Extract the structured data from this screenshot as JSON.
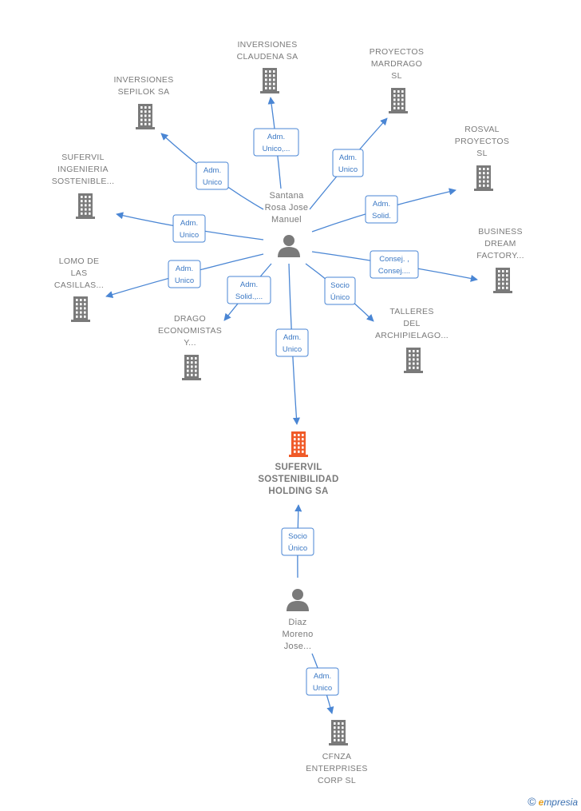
{
  "colors": {
    "edge": "#4a86d4",
    "label_text": "#3b78c4",
    "node_gray": "#7a7a7a",
    "focus_company": "#f05a28"
  },
  "nodes": [
    {
      "id": "santana",
      "type": "person",
      "label": [
        "Santana",
        "Rosa Jose",
        "Manuel"
      ]
    },
    {
      "id": "sufervil_holding",
      "type": "company",
      "focus": true,
      "label": [
        "SUFERVIL",
        "SOSTENIBILIDAD",
        "HOLDING SA"
      ]
    },
    {
      "id": "diaz",
      "type": "person",
      "label": [
        "Diaz",
        "Moreno",
        "Jose..."
      ]
    },
    {
      "id": "cfnza",
      "type": "company",
      "label": [
        "CFNZA",
        "ENTERPRISES",
        "CORP SL"
      ]
    },
    {
      "id": "claudena",
      "type": "company",
      "label": [
        "INVERSIONES",
        "CLAUDENA SA"
      ]
    },
    {
      "id": "mardrago",
      "type": "company",
      "label": [
        "PROYECTOS",
        "MARDRAGO",
        "SL"
      ]
    },
    {
      "id": "sepilok",
      "type": "company",
      "label": [
        "INVERSIONES",
        "SEPILOK SA"
      ]
    },
    {
      "id": "rosval",
      "type": "company",
      "label": [
        "ROSVAL",
        "PROYECTOS",
        "SL"
      ]
    },
    {
      "id": "sufervil_ing",
      "type": "company",
      "label": [
        "SUFERVIL",
        "INGENIERIA",
        "SOSTENIBLE..."
      ]
    },
    {
      "id": "business_dream",
      "type": "company",
      "label": [
        "BUSINESS",
        "DREAM",
        "FACTORY..."
      ]
    },
    {
      "id": "lomo",
      "type": "company",
      "label": [
        "LOMO DE",
        "LAS",
        "CASILLAS..."
      ]
    },
    {
      "id": "talleres",
      "type": "company",
      "label": [
        "TALLERES",
        "DEL",
        "ARCHIPIELAGO..."
      ]
    },
    {
      "id": "drago",
      "type": "company",
      "label": [
        "DRAGO",
        "ECONOMISTAS",
        "Y..."
      ]
    }
  ],
  "edges": [
    {
      "from": "santana",
      "to": "claudena",
      "label": [
        "Adm.",
        "Unico,..."
      ]
    },
    {
      "from": "santana",
      "to": "mardrago",
      "label": [
        "Adm.",
        "Unico"
      ]
    },
    {
      "from": "santana",
      "to": "sepilok",
      "label": [
        "Adm.",
        "Unico"
      ]
    },
    {
      "from": "santana",
      "to": "rosval",
      "label": [
        "Adm.",
        "Solid."
      ]
    },
    {
      "from": "santana",
      "to": "sufervil_ing",
      "label": [
        "Adm.",
        "Unico"
      ]
    },
    {
      "from": "santana",
      "to": "business_dream",
      "label": [
        "Consej. ,",
        "Consej...."
      ]
    },
    {
      "from": "santana",
      "to": "lomo",
      "label": [
        "Adm.",
        "Unico"
      ]
    },
    {
      "from": "santana",
      "to": "talleres",
      "label": [
        "Socio",
        "Único"
      ]
    },
    {
      "from": "santana",
      "to": "drago",
      "label": [
        "Adm.",
        "Solid.,..."
      ]
    },
    {
      "from": "santana",
      "to": "sufervil_holding",
      "label": [
        "Adm.",
        "Unico"
      ]
    },
    {
      "from": "diaz",
      "to": "sufervil_holding",
      "label": [
        "Socio",
        "Único"
      ]
    },
    {
      "from": "diaz",
      "to": "cfnza",
      "label": [
        "Adm.",
        "Unico"
      ]
    }
  ],
  "brand": {
    "copyright": "©",
    "first_letter": "e",
    "rest": "mpresia"
  }
}
